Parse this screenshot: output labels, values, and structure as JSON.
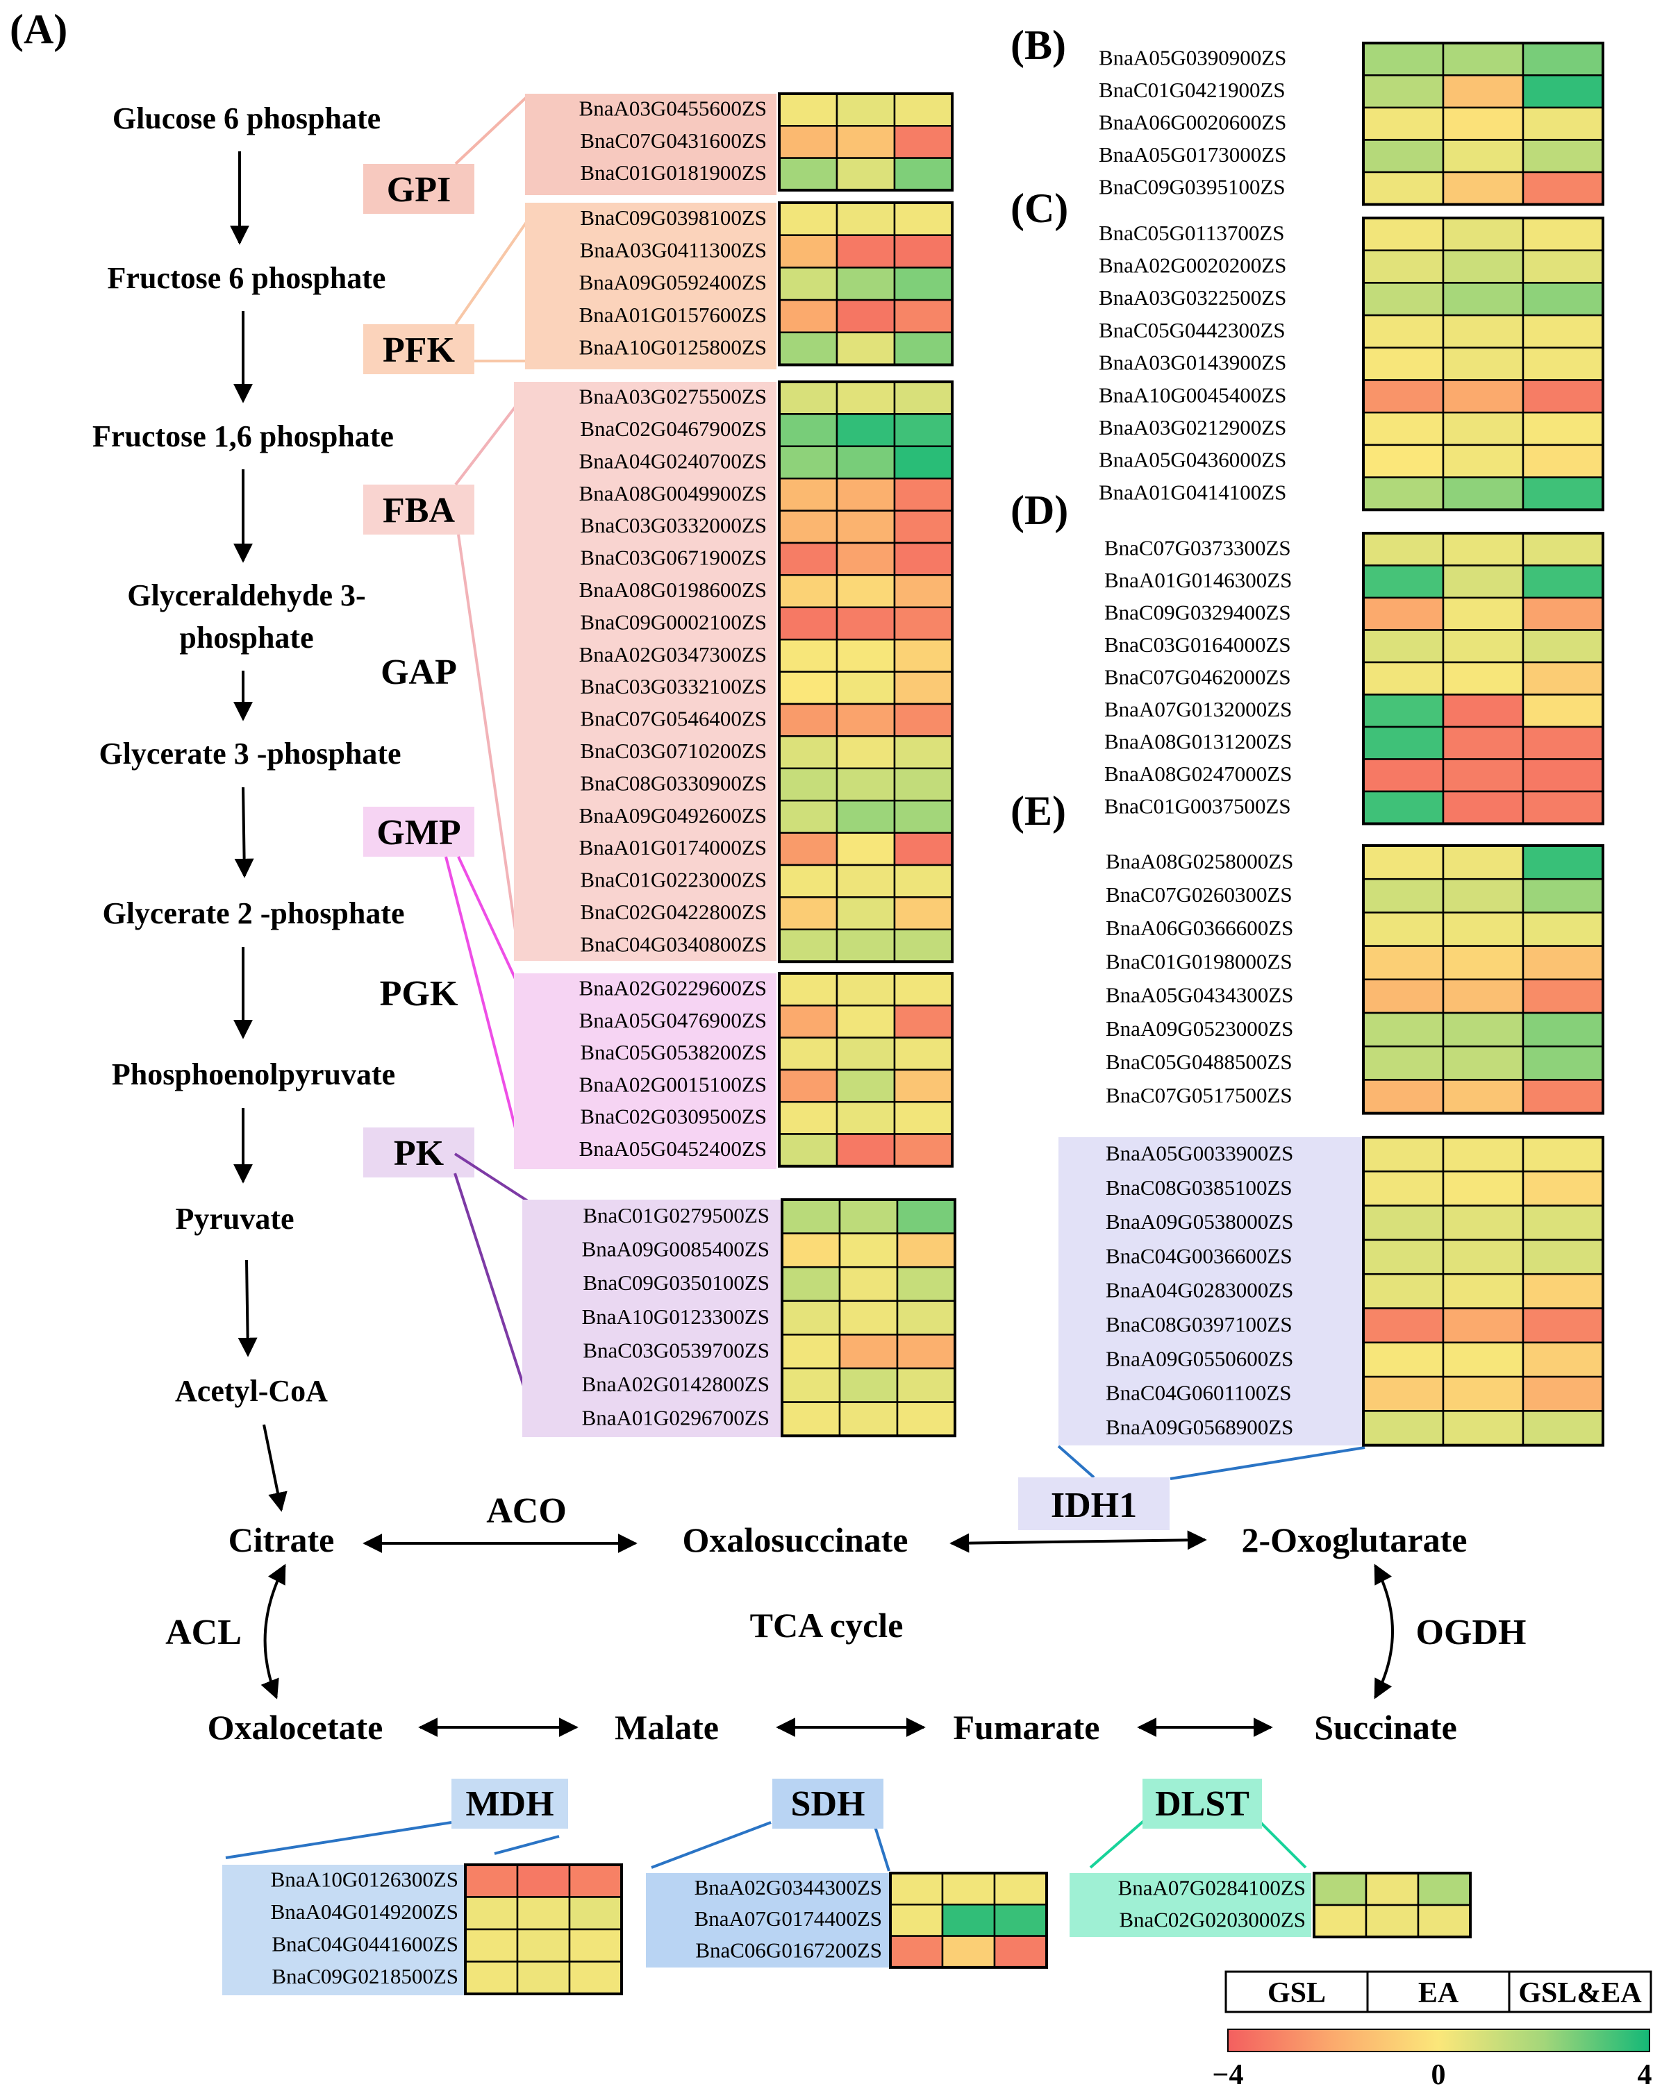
{
  "panel_labels": {
    "A": "(A)",
    "B": "(B)",
    "C": "(C)",
    "D": "(D)",
    "E": "(E)"
  },
  "glycolysis_metabolites": [
    "Glucose 6 phosphate",
    "Fructose 6 phosphate",
    "Fructose 1,6 phosphate",
    "Glyceraldehyde 3-",
    "phosphate",
    "Glycerate 3 -phosphate",
    "Glycerate 2 -phosphate",
    "Phosphoenolpyruvate",
    "Pyruvate",
    "Acetyl-CoA"
  ],
  "enzymes": {
    "GPI": "GPI",
    "PFK": "PFK",
    "FBA": "FBA",
    "GAP": "GAP",
    "GMP": "GMP",
    "PGK": "PGK",
    "PK": "PK",
    "IDH1": "IDH1",
    "MDH": "MDH",
    "SDH": "SDH",
    "DLST": "DLST",
    "ACO": "ACO",
    "ACL": "ACL",
    "OGDH": "OGDH"
  },
  "tca": {
    "citrate": "Citrate",
    "oxalosuccinate": "Oxalosuccinate",
    "oxoglutarate": "2-Oxoglutarate",
    "oxalocetate": "Oxalocetate",
    "malate": "Malate",
    "fumarate": "Fumarate",
    "succinate": "Succinate",
    "cycle": "TCA cycle"
  },
  "legend": {
    "columns": [
      "GSL",
      "EA",
      "GSL&EA"
    ],
    "min_label": "−4",
    "mid_label": "0",
    "max_label": "4",
    "scale_min": -4,
    "scale_max": 4
  },
  "colors": {
    "GPI": "#f7c9bf",
    "PFK": "#fbd3bb",
    "FBA": "#f9d4d0",
    "GMP": "#f6d4f3",
    "PK": "#ead8f2",
    "IDH1": "#e2e1f7",
    "MDH": "#c6dcf4",
    "SDH": "#b9d4f3",
    "DLST": "#9ff0d4",
    "line_GPI": "#f5b5aa",
    "line_PFK": "#f8c7a7",
    "line_FBA": "#f2b3b8",
    "line_GMP": "#ee4ee6",
    "line_PK": "#7d3aa5",
    "line_IDH1": "#2a74c5",
    "line_MDH": "#2a74c5",
    "line_SDH": "#2a74c5",
    "line_DLST": "#18d39a"
  },
  "heatmaps": {
    "GPI": {
      "genes": [
        "BnaA03G0455600ZS",
        "BnaC07G0431600ZS",
        "BnaC01G0181900ZS"
      ],
      "values": [
        [
          0.2,
          0.5,
          0.3
        ],
        [
          -1.5,
          -1.2,
          -3.2
        ],
        [
          2.0,
          0.7,
          2.5
        ]
      ]
    },
    "PFK": {
      "genes": [
        "BnaC09G0398100ZS",
        "BnaA03G0411300ZS",
        "BnaA09G0592400ZS",
        "BnaA01G0157600ZS",
        "BnaA10G0125800ZS"
      ],
      "values": [
        [
          0.2,
          0.3,
          0.2
        ],
        [
          -1.5,
          -3.3,
          -3.4
        ],
        [
          1.0,
          2.0,
          2.5
        ],
        [
          -2.0,
          -3.4,
          -3.0
        ],
        [
          2.0,
          0.6,
          2.4
        ]
      ]
    },
    "FBA_GAP": {
      "genes": [
        "BnaA03G0275500ZS",
        "BnaC02G0467900ZS",
        "BnaA04G0240700ZS",
        "BnaA08G0049900ZS",
        "BnaC03G0332000ZS",
        "BnaC03G0671900ZS",
        "BnaA08G0198600ZS",
        "BnaC09G0002100ZS",
        "BnaA02G0347300ZS",
        "BnaC03G0332100ZS",
        "BnaC07G0546400ZS",
        "BnaC03G0710200ZS",
        "BnaC08G0330900ZS",
        "BnaA09G0492600ZS",
        "BnaA01G0174000ZS",
        "BnaC01G0223000ZS",
        "BnaC02G0422800ZS",
        "BnaC04G0340800ZS"
      ],
      "values": [
        [
          0.8,
          0.6,
          0.8
        ],
        [
          2.6,
          3.6,
          3.4
        ],
        [
          2.3,
          2.6,
          3.7
        ],
        [
          -1.5,
          -1.8,
          -3.1
        ],
        [
          -1.6,
          -1.7,
          -3.1
        ],
        [
          -3.2,
          -2.2,
          -3.3
        ],
        [
          -0.7,
          -0.5,
          -1.6
        ],
        [
          -3.3,
          -3.2,
          -3.0
        ],
        [
          0.1,
          0.1,
          -0.7
        ],
        [
          0.0,
          0.2,
          -1.0
        ],
        [
          -2.4,
          -2.2,
          -2.8
        ],
        [
          0.7,
          0.3,
          0.7
        ],
        [
          1.2,
          1.1,
          1.3
        ],
        [
          1.0,
          2.1,
          2.0
        ],
        [
          -2.4,
          0.1,
          -3.3
        ],
        [
          0.2,
          0.3,
          0.3
        ],
        [
          -0.9,
          0.6,
          -0.9
        ],
        [
          1.1,
          1.2,
          1.3
        ]
      ]
    },
    "GMP_PGK": {
      "genes": [
        "BnaA02G0229600ZS",
        "BnaA05G0476900ZS",
        "BnaC05G0538200ZS",
        "BnaA02G0015100ZS",
        "BnaC02G0309500ZS",
        "BnaA05G0452400ZS"
      ],
      "values": [
        [
          0.2,
          0.3,
          0.2
        ],
        [
          -2.0,
          0.2,
          -3.0
        ],
        [
          0.3,
          0.6,
          0.3
        ],
        [
          -2.3,
          1.2,
          -1.1
        ],
        [
          0.2,
          0.4,
          0.2
        ],
        [
          0.9,
          -3.3,
          -2.8
        ]
      ]
    },
    "PK": {
      "genes": [
        "BnaC01G0279500ZS",
        "BnaA09G0085400ZS",
        "BnaC09G0350100ZS",
        "BnaA10G0123300ZS",
        "BnaC03G0539700ZS",
        "BnaA02G0142800ZS",
        "BnaA01G0296700ZS"
      ],
      "values": [
        [
          1.5,
          1.4,
          2.6
        ],
        [
          -0.4,
          0.2,
          -0.9
        ],
        [
          1.3,
          0.3,
          1.2
        ],
        [
          0.5,
          0.3,
          0.6
        ],
        [
          0.2,
          -1.8,
          -1.8
        ],
        [
          0.4,
          1.0,
          0.6
        ],
        [
          0.2,
          0.3,
          0.2
        ]
      ]
    },
    "B": {
      "genes": [
        "BnaA05G0390900ZS",
        "BnaC01G0421900ZS",
        "BnaA06G0020600ZS",
        "BnaA05G0173000ZS",
        "BnaC09G0395100ZS"
      ],
      "values": [
        [
          1.9,
          1.8,
          2.6
        ],
        [
          1.5,
          -1.2,
          3.6
        ],
        [
          0.2,
          -0.2,
          0.3
        ],
        [
          1.6,
          0.4,
          1.4
        ],
        [
          0.3,
          -1.0,
          -3.0
        ]
      ]
    },
    "C": {
      "genes": [
        "BnaC05G0113700ZS",
        "BnaA02G0020200ZS",
        "BnaA03G0322500ZS",
        "BnaC05G0442300ZS",
        "BnaA03G0143900ZS",
        "BnaA10G0045400ZS",
        "BnaA03G0212900ZS",
        "BnaA05G0436000ZS",
        "BnaA01G0414100ZS"
      ],
      "values": [
        [
          0.2,
          0.5,
          0.2
        ],
        [
          0.6,
          1.1,
          0.6
        ],
        [
          1.3,
          1.9,
          2.3
        ],
        [
          0.2,
          0.3,
          0.2
        ],
        [
          0.1,
          0.3,
          0.2
        ],
        [
          -2.6,
          -2.0,
          -3.2
        ],
        [
          0.1,
          0.3,
          0.1
        ],
        [
          0.0,
          0.2,
          -0.3
        ],
        [
          1.7,
          2.3,
          3.4
        ]
      ]
    },
    "D": {
      "genes": [
        "BnaC07G0373300ZS",
        "BnaA01G0146300ZS",
        "BnaC09G0329400ZS",
        "BnaC03G0164000ZS",
        "BnaC07G0462000ZS",
        "BnaA07G0132000ZS",
        "BnaA08G0131200ZS",
        "BnaA08G0247000ZS",
        "BnaC01G0037500ZS"
      ],
      "values": [
        [
          0.6,
          0.4,
          0.6
        ],
        [
          3.3,
          0.8,
          3.4
        ],
        [
          -2.0,
          0.2,
          -2.2
        ],
        [
          0.7,
          0.4,
          0.8
        ],
        [
          0.2,
          0.1,
          -0.9
        ],
        [
          3.3,
          -3.3,
          -0.3
        ],
        [
          3.4,
          -3.2,
          -3.2
        ],
        [
          -3.3,
          -3.2,
          -3.3
        ],
        [
          3.4,
          -3.3,
          -3.2
        ]
      ]
    },
    "E_top": {
      "genes": [
        "BnaA08G0258000ZS",
        "BnaC07G0260300ZS",
        "BnaA06G0366600ZS",
        "BnaC01G0198000ZS",
        "BnaA05G0434300ZS",
        "BnaA09G0523000ZS",
        "BnaC05G0488500ZS",
        "BnaC07G0517500ZS"
      ],
      "values": [
        [
          0.2,
          0.3,
          3.5
        ],
        [
          1.0,
          0.9,
          2.1
        ],
        [
          0.3,
          0.3,
          0.4
        ],
        [
          -0.8,
          -0.6,
          -1.2
        ],
        [
          -1.5,
          -1.3,
          -2.8
        ],
        [
          1.4,
          1.5,
          2.4
        ],
        [
          1.3,
          1.3,
          2.3
        ],
        [
          -1.6,
          -1.1,
          -3.0
        ]
      ]
    },
    "IDH1": {
      "genes": [
        "BnaA05G0033900ZS",
        "BnaC08G0385100ZS",
        "BnaA09G0538000ZS",
        "BnaC04G0036600ZS",
        "BnaA04G0283000ZS",
        "BnaC08G0397100ZS",
        "BnaA09G0550600ZS",
        "BnaC04G0601100ZS",
        "BnaA09G0568900ZS"
      ],
      "values": [
        [
          0.3,
          0.2,
          0.2
        ],
        [
          0.2,
          0.1,
          -0.5
        ],
        [
          0.8,
          0.6,
          0.7
        ],
        [
          0.7,
          0.6,
          0.8
        ],
        [
          0.5,
          0.3,
          -0.7
        ],
        [
          -3.0,
          -2.0,
          -3.0
        ],
        [
          0.1,
          0.1,
          -0.8
        ],
        [
          -0.9,
          -0.7,
          -1.7
        ],
        [
          0.8,
          0.6,
          0.9
        ]
      ]
    },
    "MDH": {
      "genes": [
        "BnaA10G0126300ZS",
        "BnaA04G0149200ZS",
        "BnaC04G0441600ZS",
        "BnaC09G0218500ZS"
      ],
      "values": [
        [
          -3.1,
          -3.3,
          -3.1
        ],
        [
          0.3,
          0.3,
          0.5
        ],
        [
          0.2,
          0.3,
          0.2
        ],
        [
          0.2,
          0.3,
          0.2
        ]
      ]
    },
    "SDH": {
      "genes": [
        "BnaA02G0344300ZS",
        "BnaA07G0174400ZS",
        "BnaC06G0167200ZS"
      ],
      "values": [
        [
          0.2,
          0.2,
          0.2
        ],
        [
          0.2,
          3.6,
          3.5
        ],
        [
          -3.0,
          -0.8,
          -3.2
        ]
      ]
    },
    "DLST": {
      "genes": [
        "BnaA07G0284100ZS",
        "BnaC02G0203000ZS"
      ],
      "values": [
        [
          1.6,
          0.3,
          1.7
        ],
        [
          0.2,
          0.3,
          0.3
        ]
      ]
    }
  }
}
